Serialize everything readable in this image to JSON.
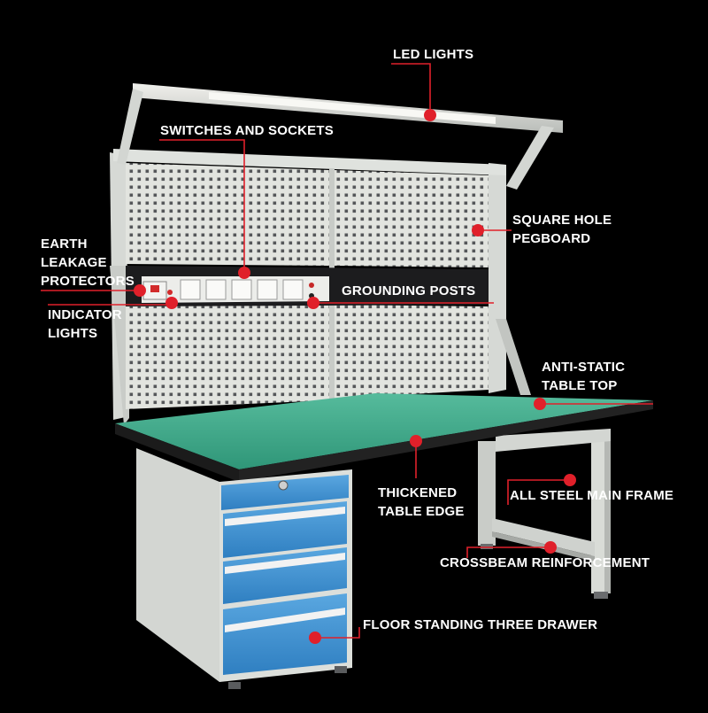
{
  "colors": {
    "background": "#000000",
    "label_text": "#ffffff",
    "leader_line": "#e0202a",
    "marker_dot": "#e0202a",
    "frame_steel": "#d9dcd7",
    "pegboard": "#e2e4df",
    "table_top": "#3fa98c",
    "table_edge": "#1b1b1b",
    "drawer_blue": "#3d8fd0"
  },
  "callouts": {
    "led_lights": [
      "LED LIGHTS"
    ],
    "switches_sockets": [
      "SWITCHES AND SOCKETS"
    ],
    "square_hole_pegboard": [
      "SQUARE HOLE",
      "PEGBOARD"
    ],
    "earth_leakage_protectors": [
      "EARTH",
      "LEAKAGE",
      "PROTECTORS"
    ],
    "indicator_lights": [
      "INDICATOR",
      "LIGHTS"
    ],
    "grounding_posts": [
      "GROUNDING POSTS"
    ],
    "anti_static_table_top": [
      "ANTI-STATIC",
      "TABLE TOP"
    ],
    "thickened_table_edge": [
      "THICKENED",
      "TABLE EDGE"
    ],
    "all_steel_main_frame": [
      "ALL STEEL MAIN FRAME"
    ],
    "crossbeam_reinforcement": [
      "CROSSBEAM REINFORCEMENT"
    ],
    "floor_standing_three_drawer": [
      "FLOOR STANDING THREE DRAWER"
    ]
  }
}
